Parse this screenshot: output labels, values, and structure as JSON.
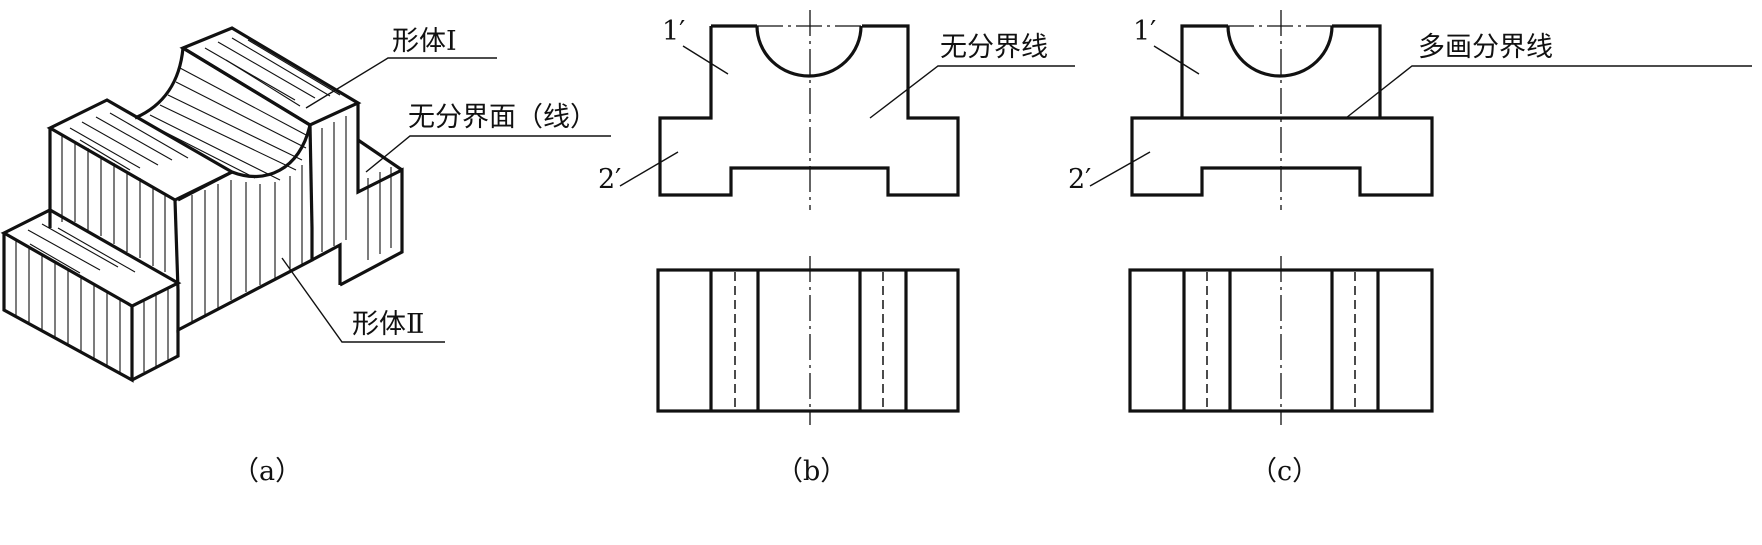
{
  "figure_a": {
    "label_body1": "形体Ⅰ",
    "label_face": "无分界面（线）",
    "label_body2": "形体Ⅱ",
    "caption": "（a）"
  },
  "figure_b": {
    "label_1": "1′",
    "label_2": "2′",
    "label_note": "无分界线",
    "caption": "（b）"
  },
  "figure_c": {
    "label_1": "1′",
    "label_2": "2′",
    "label_note": "多画分界线",
    "caption": "（c）"
  }
}
